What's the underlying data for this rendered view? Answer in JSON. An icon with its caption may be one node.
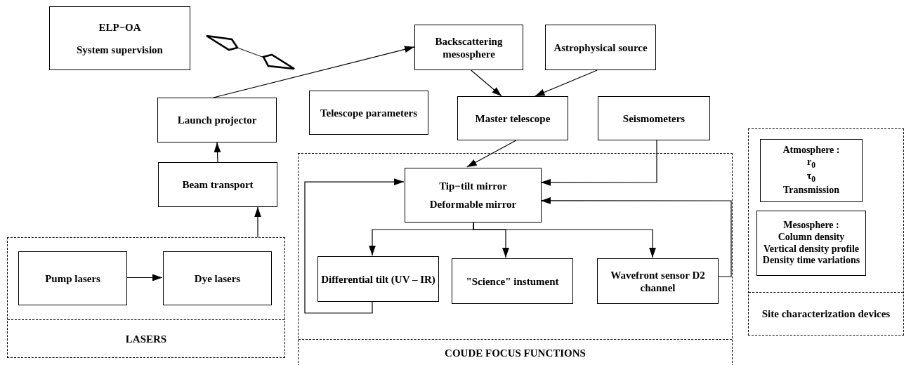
{
  "diagram": {
    "nodes": [
      {
        "text": [
          "ELP−OA",
          "System supervision"
        ]
      },
      {
        "text": [
          "Backscattering mesosphere"
        ]
      },
      {
        "text": [
          "Astrophysical source"
        ]
      },
      {
        "text": [
          "Launch projector"
        ]
      },
      {
        "text": [
          "Telescope parameters"
        ]
      },
      {
        "text": [
          "Master telescope"
        ]
      },
      {
        "text": [
          "Seismometers"
        ]
      },
      {
        "text": [
          "Beam transport"
        ]
      },
      {
        "text": [
          "LASERS"
        ]
      },
      {
        "text": [
          "Pump lasers"
        ],
        "in": 8
      },
      {
        "text": [
          "Dye lasers"
        ],
        "in": 8
      },
      {
        "text": [
          "COUDE FOCUS FUNCTIONS"
        ]
      },
      {
        "text": [
          "Tip−tilt mirror",
          "Deformable mirror"
        ],
        "in": 11
      },
      {
        "text": [
          "Differential tilt (UV – IR)"
        ],
        "in": 11
      },
      {
        "text": [
          "\"Science\" instument"
        ],
        "in": 11
      },
      {
        "text": [
          "Wavefront sensor D2 channel"
        ],
        "in": 11
      },
      {
        "text": [
          "Site characterization devices"
        ]
      },
      {
        "text": [
          "Atmosphere :",
          "r$_{0}$",
          "τ$_{0}$",
          "Transmission"
        ],
        "in": 16
      },
      {
        "text": [
          "Mesosphere :",
          "Column density",
          "Vertical density profile",
          "Density time variations"
        ],
        "in": 16
      }
    ],
    "edges": [
      {
        "from": 3,
        "to": 1,
        "arrow": "to"
      },
      {
        "from": 7,
        "to": 3,
        "arrow": "to"
      },
      {
        "from": 8,
        "to": 7,
        "arrow": "to"
      },
      {
        "from": 9,
        "to": 10,
        "arrow": "to"
      },
      {
        "from": 1,
        "to": 5,
        "arrow": "to"
      },
      {
        "from": 2,
        "to": 5,
        "arrow": "to"
      },
      {
        "from": 5,
        "to": 12,
        "arrow": "to"
      },
      {
        "from": 6,
        "to": 12,
        "arrow": "to"
      },
      {
        "from": 12,
        "to": 13,
        "arrow": "to"
      },
      {
        "from": 12,
        "to": 14,
        "arrow": "to"
      },
      {
        "from": 12,
        "to": 15,
        "arrow": "to"
      },
      {
        "from": 15,
        "to": 12,
        "arrow": "to"
      },
      {
        "from": 13,
        "to": 12,
        "arrow": "to"
      }
    ]
  }
}
